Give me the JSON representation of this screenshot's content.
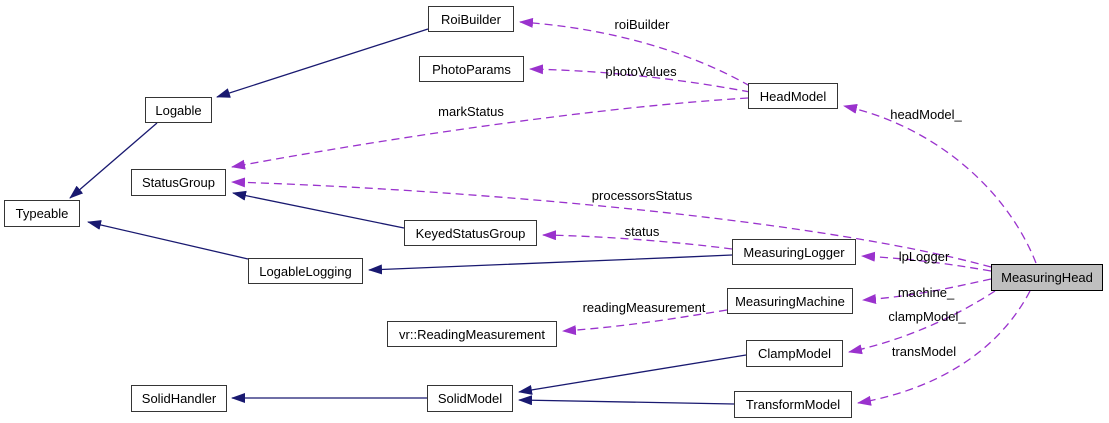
{
  "diagram": {
    "type": "collaboration-graph",
    "target_node": "MeasuringHead",
    "colors": {
      "background": "#ffffff",
      "inheritance_edge": "#191970",
      "usage_edge": "#9a32cd",
      "node_border": "#353535",
      "node_fill": "#ffffff",
      "target_node_fill": "#bfbfbf",
      "text": "#000000"
    },
    "nodes": [
      {
        "id": "typeable",
        "label": "Typeable"
      },
      {
        "id": "logable",
        "label": "Logable"
      },
      {
        "id": "statusgroup",
        "label": "StatusGroup"
      },
      {
        "id": "roibuilder",
        "label": "RoiBuilder"
      },
      {
        "id": "photoparams",
        "label": "PhotoParams"
      },
      {
        "id": "keyedstatusgroup",
        "label": "KeyedStatusGroup"
      },
      {
        "id": "logablelogging",
        "label": "LogableLogging"
      },
      {
        "id": "readingmeasurement",
        "label": "vr::ReadingMeasurement"
      },
      {
        "id": "solidhandler",
        "label": "SolidHandler"
      },
      {
        "id": "solidmodel",
        "label": "SolidModel"
      },
      {
        "id": "headmodel",
        "label": "HeadModel"
      },
      {
        "id": "measuringlogger",
        "label": "MeasuringLogger"
      },
      {
        "id": "measuringmachine",
        "label": "MeasuringMachine"
      },
      {
        "id": "clampmodel",
        "label": "ClampModel"
      },
      {
        "id": "transformmodel",
        "label": "TransformModel"
      },
      {
        "id": "measuringhead",
        "label": "MeasuringHead"
      }
    ],
    "edges": [
      {
        "from": "HeadModel",
        "to": "RoiBuilder",
        "label": "roiBuilder",
        "type": "usage"
      },
      {
        "from": "HeadModel",
        "to": "PhotoParams",
        "label": "photoValues",
        "type": "usage"
      },
      {
        "from": "HeadModel",
        "to": "StatusGroup",
        "label": "markStatus",
        "type": "usage"
      },
      {
        "from": "MeasuringHead",
        "to": "HeadModel",
        "label": "headModel_",
        "type": "usage"
      },
      {
        "from": "MeasuringHead",
        "to": "StatusGroup",
        "label": "processorsStatus",
        "type": "usage"
      },
      {
        "from": "MeasuringLogger",
        "to": "KeyedStatusGroup",
        "label": "status",
        "type": "usage"
      },
      {
        "from": "MeasuringHead",
        "to": "MeasuringLogger",
        "label": "lpLogger",
        "type": "usage"
      },
      {
        "from": "MeasuringHead",
        "to": "MeasuringMachine",
        "label": "machine_",
        "type": "usage"
      },
      {
        "from": "MeasuringHead",
        "to": "ClampModel",
        "label": "clampModel_",
        "type": "usage"
      },
      {
        "from": "MeasuringMachine",
        "to": "vr::ReadingMeasurement",
        "label": "readingMeasurement",
        "type": "usage"
      },
      {
        "from": "MeasuringHead",
        "to": "TransformModel",
        "label": "transModel",
        "type": "usage"
      }
    ],
    "inheritance_edges": [
      {
        "from": "RoiBuilder",
        "to": "Logable"
      },
      {
        "from": "Logable",
        "to": "Typeable"
      },
      {
        "from": "LogableLogging",
        "to": "Typeable"
      },
      {
        "from": "KeyedStatusGroup",
        "to": "StatusGroup"
      },
      {
        "from": "MeasuringLogger",
        "to": "LogableLogging"
      },
      {
        "from": "ClampModel",
        "to": "SolidModel"
      },
      {
        "from": "TransformModel",
        "to": "SolidModel"
      },
      {
        "from": "SolidModel",
        "to": "SolidHandler"
      }
    ]
  }
}
